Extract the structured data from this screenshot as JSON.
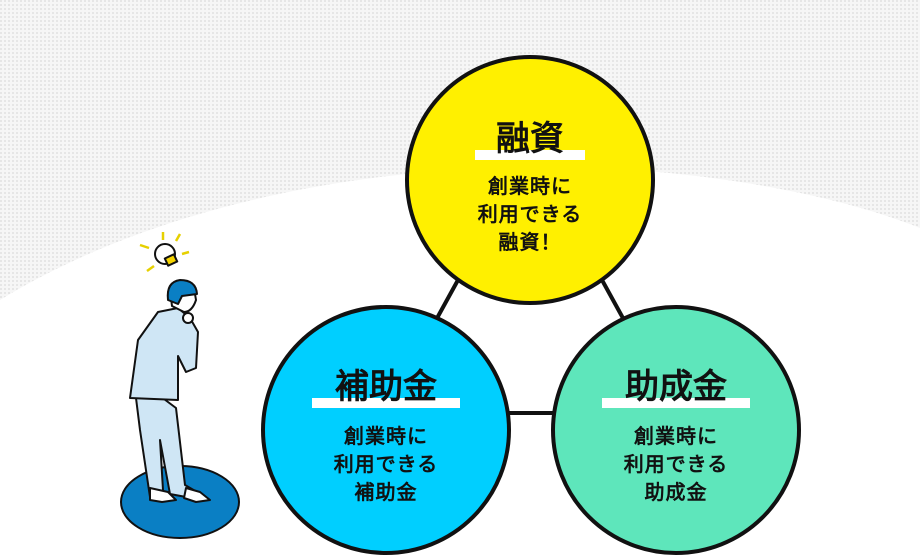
{
  "circles": [
    {
      "title": "融資",
      "lines": [
        "創業時に",
        "利用できる",
        "融資！"
      ],
      "color": "#fff000"
    },
    {
      "title": "補助金",
      "lines": [
        "創業時に",
        "利用できる",
        "補助金"
      ],
      "color": "#00cfff"
    },
    {
      "title": "助成金",
      "lines": [
        "創業時に",
        "利用できる",
        "助成金"
      ],
      "color": "#5ee6bb"
    }
  ],
  "colors": {
    "background_dots": "#ececec",
    "outline": "#111111",
    "figure_base": "#0a7fc4",
    "figure_suit": "#cfe6f5",
    "hair": "#0a7fc4",
    "bulb": "#f5d400"
  }
}
